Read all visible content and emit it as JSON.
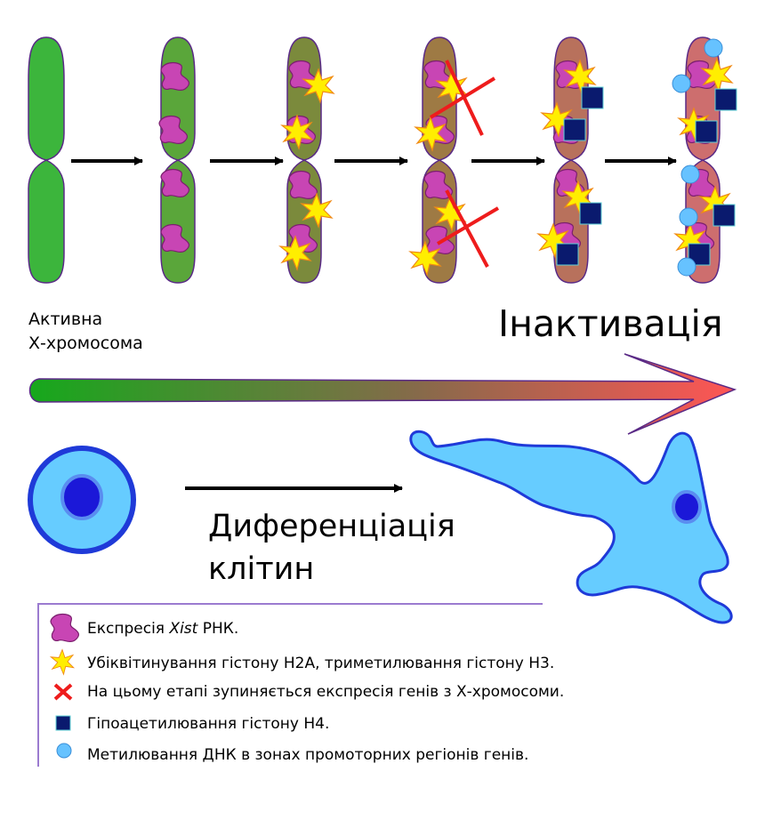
{
  "labels": {
    "active_line1": "Активна",
    "active_line2": "Х-хромосома",
    "inactivation": "Інактивація",
    "diff_line1": "Диференціація",
    "diff_line2": "клітин"
  },
  "legend": {
    "items": [
      {
        "symbol": "xist-rna",
        "before": "Експресія ",
        "italic": "Xist",
        "after": " РНК."
      },
      {
        "symbol": "star",
        "before": "Убіквітинування гістону H2A, триметилювання гістону H3.",
        "italic": "",
        "after": ""
      },
      {
        "symbol": "red-cross",
        "before": "На цьому етапі зупиняється експресія генів з Х-хромосоми.",
        "italic": "",
        "after": ""
      },
      {
        "symbol": "navy-square",
        "before": "Гіпоацетилювання гістону H4.",
        "italic": "",
        "after": ""
      },
      {
        "symbol": "blue-circle",
        "before": "Метилювання ДНК в зонах промоторних регіонів генів.",
        "italic": "",
        "after": ""
      }
    ]
  },
  "colors": {
    "active_chromosome": "#3cb53c",
    "inactive_chromosome": "#cd6e6e",
    "xist_rna": "#c845b4",
    "star_fill": "#ffee00",
    "star_stroke": "#f08a16",
    "stop_cross": "#ee1c1c",
    "hypoacetylation": "#0a1a6e",
    "dna_methylation": "#66c2ff",
    "cell_fill": "#66ccff",
    "nucleus": "#1b18d8"
  }
}
